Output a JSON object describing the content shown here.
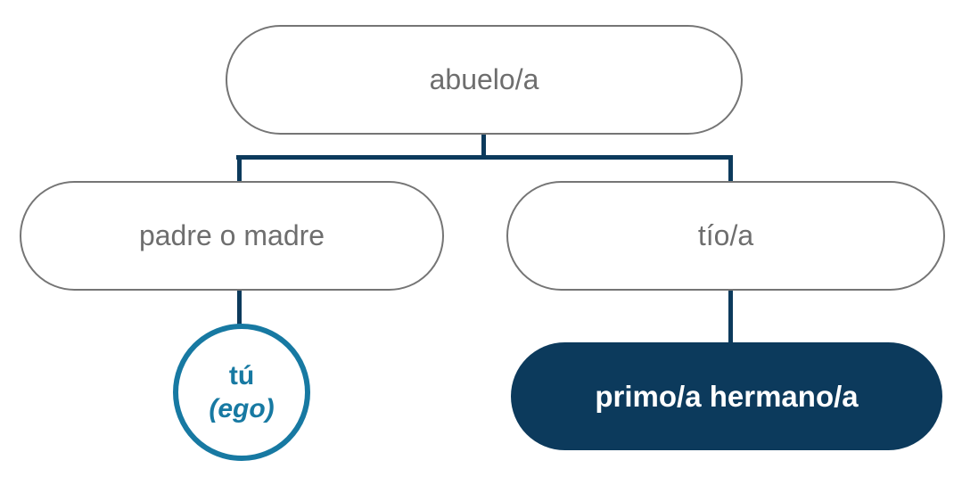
{
  "diagram": {
    "description": "Spanish kinship family tree",
    "colors": {
      "connector_navy": "#0c3a5c",
      "highlight_fill_navy": "#0c3a5c",
      "ego_teal": "#1779a2",
      "node_border_gray": "#757575",
      "node_text_gray": "#6e6e6e",
      "highlight_text_white": "#ffffff",
      "background": "#ffffff"
    },
    "nodes": {
      "abuelo": {
        "label": "abuelo/a"
      },
      "padre": {
        "label": "padre o madre"
      },
      "tio": {
        "label": "tío/a"
      },
      "ego": {
        "line1": "tú",
        "line2": "(ego)"
      },
      "primo": {
        "label": "primo/a hermano/a"
      }
    },
    "edges": [
      {
        "from": "abuelo",
        "to": "padre"
      },
      {
        "from": "abuelo",
        "to": "tio"
      },
      {
        "from": "padre",
        "to": "ego"
      },
      {
        "from": "tio",
        "to": "primo"
      }
    ]
  }
}
